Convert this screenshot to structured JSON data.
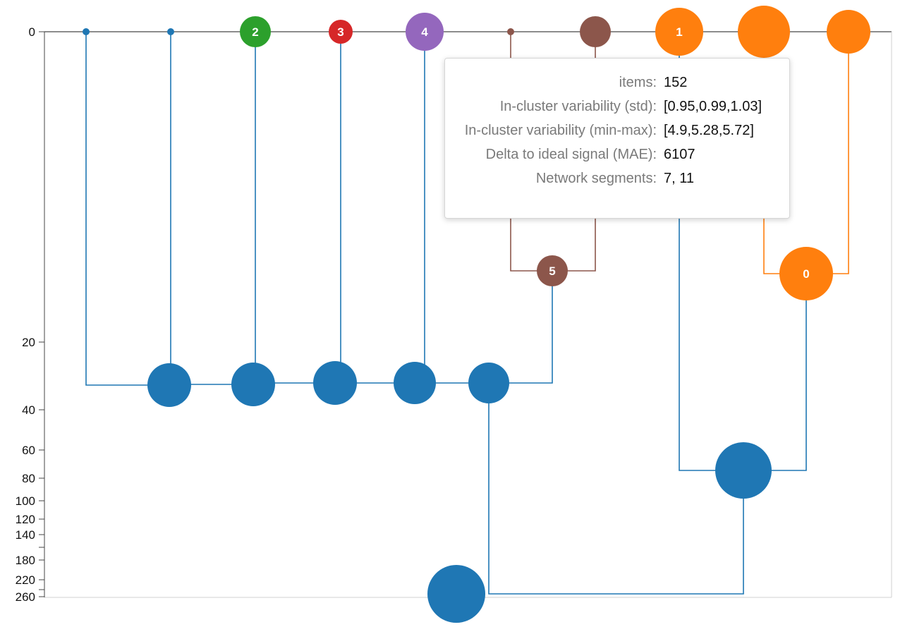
{
  "chart_data": {
    "type": "dendrogram",
    "y_axis": {
      "ticks": [
        "0",
        "20",
        "40",
        "60",
        "80",
        "100",
        "120",
        "140",
        "180",
        "220",
        "260"
      ]
    },
    "colors": {
      "blue": "#1f77b4",
      "green": "#2ca02c",
      "red": "#d62728",
      "purple": "#9467bd",
      "brown": "#8c564b",
      "orange": "#ff7f0e"
    },
    "leaves": [
      {
        "id": "l1",
        "label": "",
        "color": "blue",
        "size": "tiny"
      },
      {
        "id": "l2",
        "label": "",
        "color": "blue",
        "size": "tiny"
      },
      {
        "id": "l3",
        "label": "2",
        "color": "green",
        "size": "medium"
      },
      {
        "id": "l4",
        "label": "3",
        "color": "red",
        "size": "small"
      },
      {
        "id": "l5",
        "label": "4",
        "color": "purple",
        "size": "medium"
      },
      {
        "id": "l6",
        "label": "",
        "color": "brown",
        "size": "tiny"
      },
      {
        "id": "l7",
        "label": "",
        "color": "brown",
        "size": "medium"
      },
      {
        "id": "l8",
        "label": "1",
        "color": "orange",
        "size": "large"
      },
      {
        "id": "l9",
        "label": "",
        "color": "orange",
        "size": "large"
      },
      {
        "id": "l10",
        "label": "",
        "color": "orange",
        "size": "medium"
      }
    ],
    "merges": [
      {
        "id": "m5",
        "label": "5",
        "color": "brown",
        "children": [
          "l6",
          "l7"
        ]
      },
      {
        "id": "m0",
        "label": "0",
        "color": "orange",
        "children": [
          "l9",
          "l10"
        ]
      },
      {
        "id": "mb1",
        "label": "",
        "color": "blue",
        "children": [
          "l1",
          "l2"
        ]
      },
      {
        "id": "mb2",
        "label": "",
        "color": "blue",
        "children": [
          "mb1",
          "l3"
        ]
      },
      {
        "id": "mb3",
        "label": "",
        "color": "blue",
        "children": [
          "mb2",
          "l4"
        ]
      },
      {
        "id": "mb4",
        "label": "",
        "color": "blue",
        "children": [
          "mb3",
          "l5"
        ]
      },
      {
        "id": "mb5",
        "label": "",
        "color": "blue",
        "children": [
          "mb4",
          "m5"
        ]
      },
      {
        "id": "mb6",
        "label": "",
        "color": "blue",
        "children": [
          "l8",
          "m0"
        ]
      },
      {
        "id": "root",
        "label": "",
        "color": "blue",
        "children": [
          "mb5",
          "mb6"
        ]
      }
    ]
  },
  "tooltip": {
    "rows": [
      {
        "key": "items:",
        "value": "152"
      },
      {
        "key": "In-cluster variability (std):",
        "value": "[0.95,0.99,1.03]"
      },
      {
        "key": "In-cluster variability (min-max):",
        "value": "[4.9,5.28,5.72]"
      },
      {
        "key": "Delta to ideal signal (MAE):",
        "value": "6107"
      },
      {
        "key": "Network segments:",
        "value": "7, 11"
      }
    ]
  }
}
